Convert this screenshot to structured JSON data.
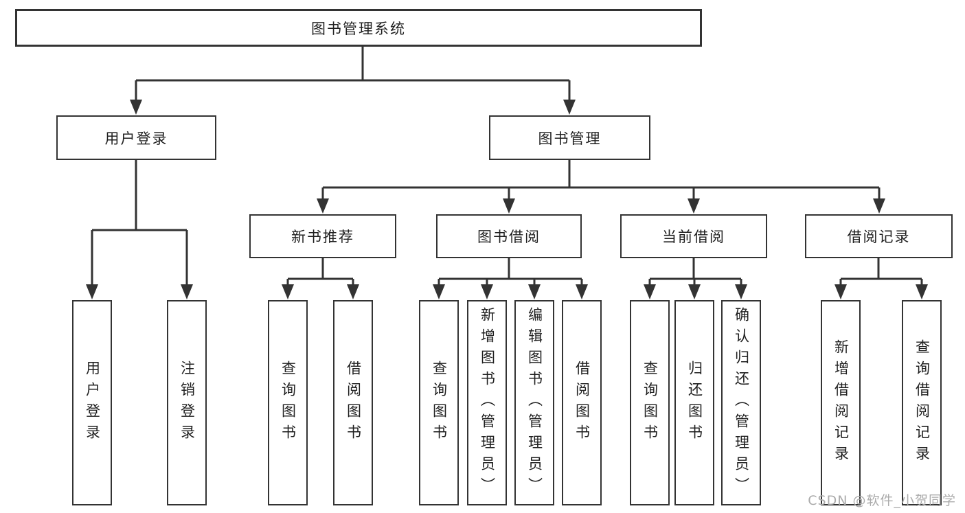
{
  "tree": {
    "label": "图书管理系统",
    "children": [
      {
        "label": "用户登录",
        "children": [
          {
            "label": "用户登录"
          },
          {
            "label": "注销登录"
          }
        ]
      },
      {
        "label": "图书管理",
        "children": [
          {
            "label": "新书推荐",
            "children": [
              {
                "label": "查询图书"
              },
              {
                "label": "借阅图书"
              }
            ]
          },
          {
            "label": "图书借阅",
            "children": [
              {
                "label": "查询图书"
              },
              {
                "label": "新增图书（管理员）"
              },
              {
                "label": "编辑图书（管理员）"
              },
              {
                "label": "借阅图书"
              }
            ]
          },
          {
            "label": "当前借阅",
            "children": [
              {
                "label": "查询图书"
              },
              {
                "label": "归还图书"
              },
              {
                "label": "确认归还（管理员）"
              }
            ]
          },
          {
            "label": "借阅记录",
            "children": [
              {
                "label": "新增借阅记录"
              },
              {
                "label": "查询借阅记录"
              }
            ]
          }
        ]
      }
    ]
  },
  "watermark": "CSDN @软件_小贺同学",
  "colors": {
    "line": "#333333",
    "box_border": "#333333",
    "text": "#1f1f1f",
    "watermark": "#ababab",
    "background": "#ffffff"
  }
}
